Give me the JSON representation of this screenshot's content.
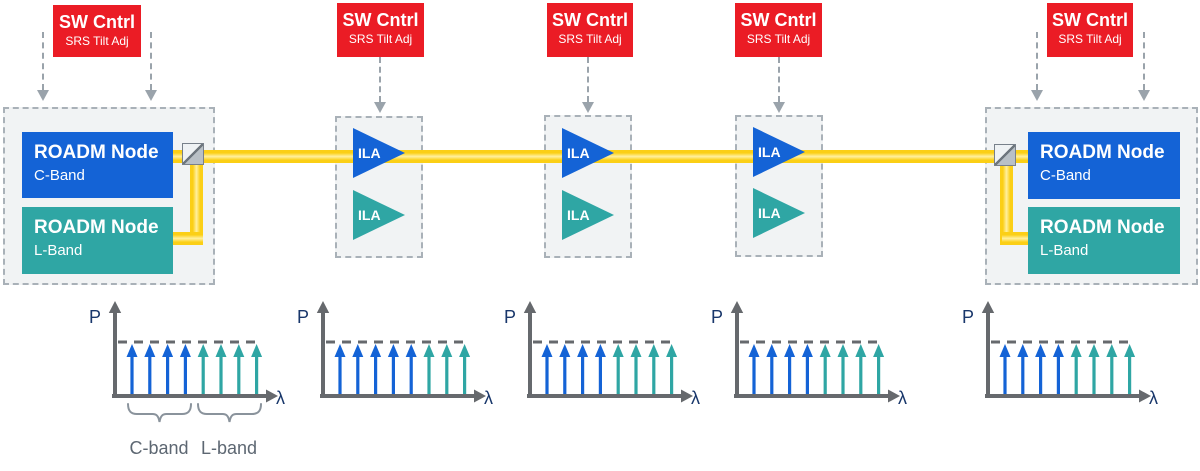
{
  "palette": {
    "red": "#EB1C25",
    "blue": "#1463D6",
    "teal": "#2FA6A4",
    "fiber_yellow": "#FBCF16",
    "fiber_highlight": "#FFF0A0",
    "axis_gray": "#66696D",
    "connector_gray": "#9AA3AB",
    "navy": "#19376B",
    "label_gray": "#5D6772",
    "group_fill": "#F1F3F4",
    "group_border": "#A9B1B8"
  },
  "controllers": [
    {
      "title": "SW Cntrl",
      "subtitle": "SRS Tilt Adj"
    },
    {
      "title": "SW Cntrl",
      "subtitle": "SRS Tilt Adj"
    },
    {
      "title": "SW Cntrl",
      "subtitle": "SRS Tilt Adj"
    },
    {
      "title": "SW Cntrl",
      "subtitle": "SRS Tilt Adj"
    },
    {
      "title": "SW Cntrl",
      "subtitle": "SRS Tilt Adj"
    }
  ],
  "roadm": {
    "left": {
      "c": {
        "title": "ROADM Node",
        "band": "C-Band"
      },
      "l": {
        "title": "ROADM Node",
        "band": "L-Band"
      }
    },
    "right": {
      "c": {
        "title": "ROADM Node",
        "band": "C-Band"
      },
      "l": {
        "title": "ROADM Node",
        "band": "L-Band"
      }
    }
  },
  "ila_sites": [
    {
      "c_amp": "ILA",
      "l_amp": "ILA"
    },
    {
      "c_amp": "ILA",
      "l_amp": "ILA"
    },
    {
      "c_amp": "ILA",
      "l_amp": "ILA"
    }
  ],
  "spectra": {
    "type": "spectrum",
    "ylabel": "P",
    "xlabel": "λ",
    "equal_power_level": true,
    "reference_line": "dashed",
    "plots": [
      {
        "arrows": [
          "C",
          "C",
          "C",
          "C",
          "L",
          "L",
          "L",
          "L"
        ]
      },
      {
        "arrows": [
          "C",
          "C",
          "C",
          "C",
          "C",
          "L",
          "L",
          "L"
        ]
      },
      {
        "arrows": [
          "C",
          "C",
          "C",
          "C",
          "L",
          "L",
          "L",
          "L"
        ]
      },
      {
        "arrows": [
          "C",
          "C",
          "C",
          "C",
          "L",
          "L",
          "L",
          "L"
        ]
      },
      {
        "arrows": [
          "C",
          "C",
          "C",
          "C",
          "L",
          "L",
          "L",
          "L"
        ]
      }
    ]
  },
  "band_legend": {
    "c": "C-band",
    "l": "L-band"
  }
}
